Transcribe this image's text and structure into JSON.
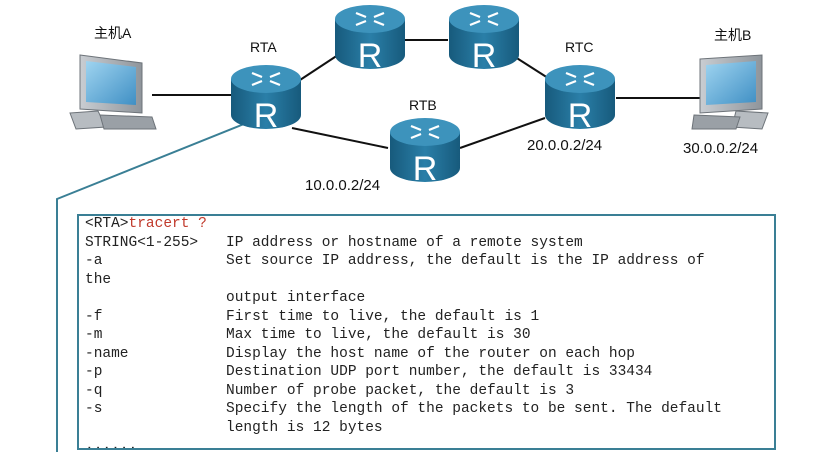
{
  "hosts": [
    {
      "id": "host-a",
      "label": "主机A"
    },
    {
      "id": "host-b",
      "label": "主机B"
    }
  ],
  "routers": [
    {
      "id": "rta",
      "label": "RTA",
      "glyph": "R"
    },
    {
      "id": "rtb",
      "label": "RTB",
      "glyph": "R"
    },
    {
      "id": "rtc",
      "label": "RTC",
      "glyph": "R"
    },
    {
      "id": "top-left",
      "label": "",
      "glyph": "R"
    },
    {
      "id": "top-right",
      "label": "",
      "glyph": "R"
    }
  ],
  "addresses": {
    "rtb_ip": "10.0.0.2/24",
    "rtc_ip": "20.0.0.2/24",
    "host_b_ip": "30.0.0.2/24"
  },
  "colors": {
    "router_body": "#1f6f96",
    "router_top": "#3d93bc",
    "callout_line": "#3a7f95",
    "command_text": "#c0392b"
  },
  "console": {
    "prompt": "<RTA>",
    "command": "tracert ?",
    "rows": [
      {
        "option": "STRING<1-255>",
        "description": "IP address or hostname of a remote system"
      },
      {
        "option": "-a",
        "description": "Set source IP address, the default is the IP address of"
      },
      {
        "option": "the",
        "description": ""
      },
      {
        "option": "",
        "description": "output interface"
      },
      {
        "option": "-f",
        "description": "First time to live, the default is 1"
      },
      {
        "option": "-m",
        "description": "Max time to live, the default is 30"
      },
      {
        "option": "-name",
        "description": "Display the host name of the router on each hop"
      },
      {
        "option": "-p",
        "description": "Destination UDP port number, the default is 33434"
      },
      {
        "option": "-q",
        "description": "Number of probe packet, the default is 3"
      },
      {
        "option": "-s",
        "description": "Specify the length of the packets to be sent. The default"
      },
      {
        "option": "",
        "description": "length is 12 bytes"
      },
      {
        "option": "......",
        "description": ""
      }
    ]
  }
}
